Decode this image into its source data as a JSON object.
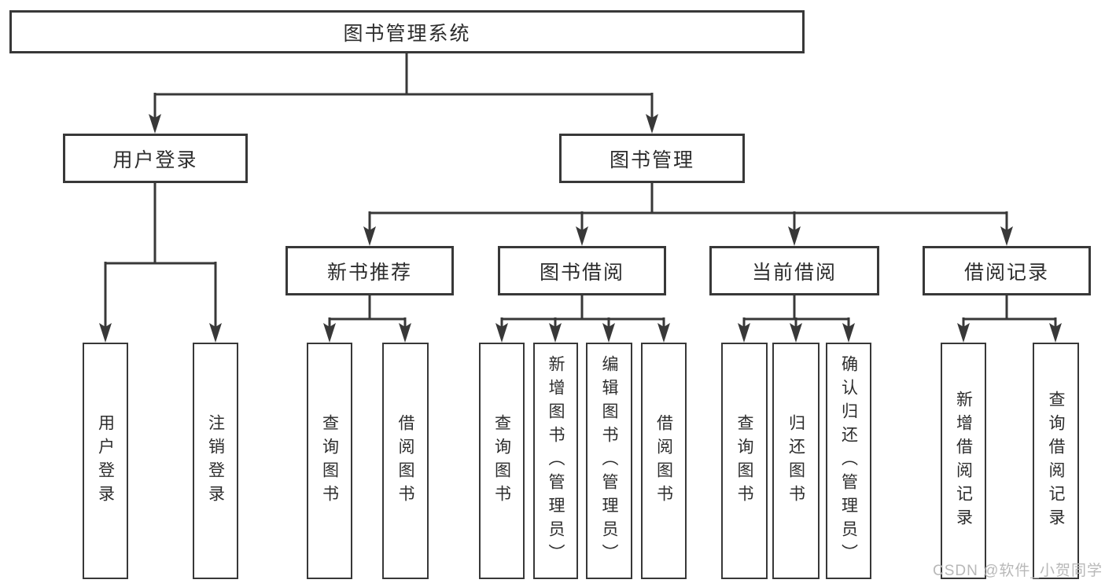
{
  "colors": {
    "line": "#383838",
    "ink": "#2d2d2d",
    "watermark": "#b8b8b8",
    "background": "#ffffff"
  },
  "tree": {
    "root": {
      "label": "图书管理系统",
      "children": [
        {
          "label": "用户登录",
          "children": [
            {
              "label": "用户登录"
            },
            {
              "label": "注销登录"
            }
          ]
        },
        {
          "label": "图书管理",
          "children": [
            {
              "label": "新书推荐",
              "children": [
                {
                  "label": "查询图书"
                },
                {
                  "label": "借阅图书"
                }
              ]
            },
            {
              "label": "图书借阅",
              "children": [
                {
                  "label": "查询图书"
                },
                {
                  "label": "新增图书（管理员）"
                },
                {
                  "label": "编辑图书（管理员）"
                },
                {
                  "label": "借阅图书"
                }
              ]
            },
            {
              "label": "当前借阅",
              "children": [
                {
                  "label": "查询图书"
                },
                {
                  "label": "归还图书"
                },
                {
                  "label": "确认归还（管理员）"
                }
              ]
            },
            {
              "label": "借阅记录",
              "children": [
                {
                  "label": "新增借阅记录"
                },
                {
                  "label": "查询借阅记录"
                }
              ]
            }
          ]
        }
      ]
    }
  },
  "watermark": {
    "text": "CSDN @软件_小贺同学"
  }
}
